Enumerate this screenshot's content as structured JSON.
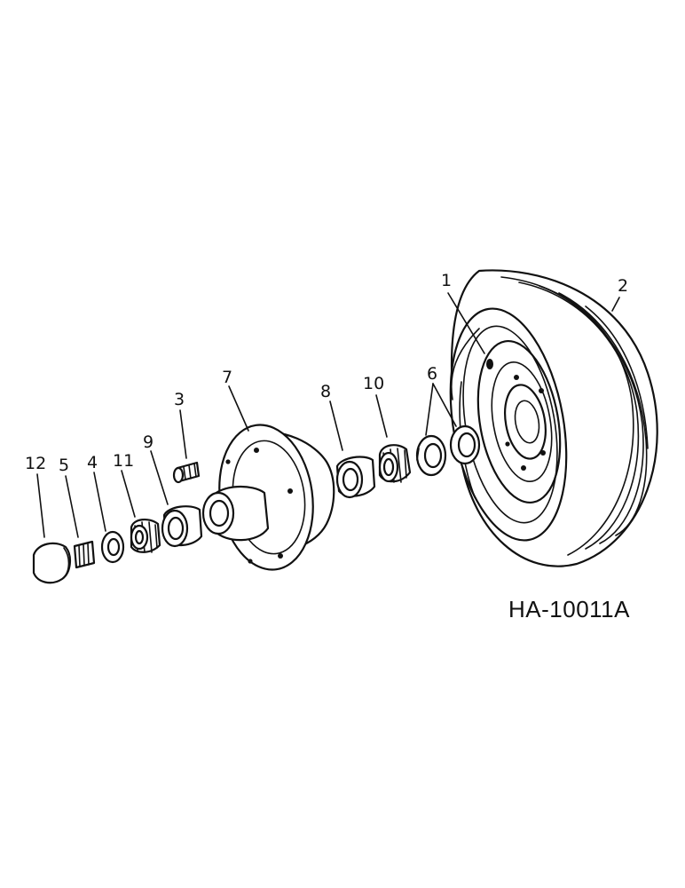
{
  "callouts": {
    "c1": "1",
    "c2": "2",
    "c3": "3",
    "c4": "4",
    "c5": "5",
    "c6": "6",
    "c7": "7",
    "c8": "8",
    "c9": "9",
    "c10": "10",
    "c11": "11",
    "c12": "12"
  },
  "drawing_id": "HA-10011A",
  "colors": {
    "ink": "#111111",
    "paper": "#ffffff"
  }
}
